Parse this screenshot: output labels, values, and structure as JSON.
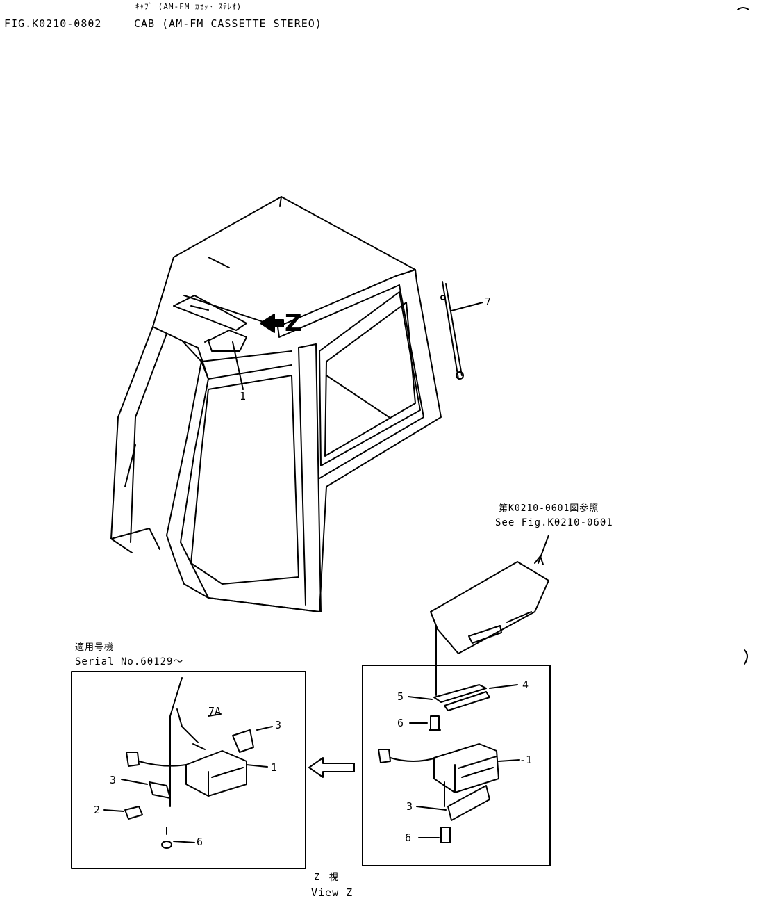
{
  "header": {
    "title_jp": "ｷｬﾌﾞ (AM-FM ｶｾｯﾄ ｽﾃﾚｵ)",
    "figure": "FIG.K0210-0802",
    "title": "CAB (AM-FM CASSETTE STEREO)"
  },
  "labels": {
    "z_marker": "Z"
  },
  "reference": {
    "jp": "第K0210-0601図参照",
    "en": "See Fig.K0210-0601"
  },
  "serial": {
    "jp": "適用号機",
    "en": "Serial No.60129～"
  },
  "callouts": {
    "c1": "1",
    "c1_dash": "-1",
    "c2": "2",
    "c3": "3",
    "c4": "4",
    "c5": "5",
    "c6": "6",
    "c7": "7",
    "c7a": "7A"
  },
  "view_caption": {
    "jp": "Z視",
    "en": "View Z"
  }
}
